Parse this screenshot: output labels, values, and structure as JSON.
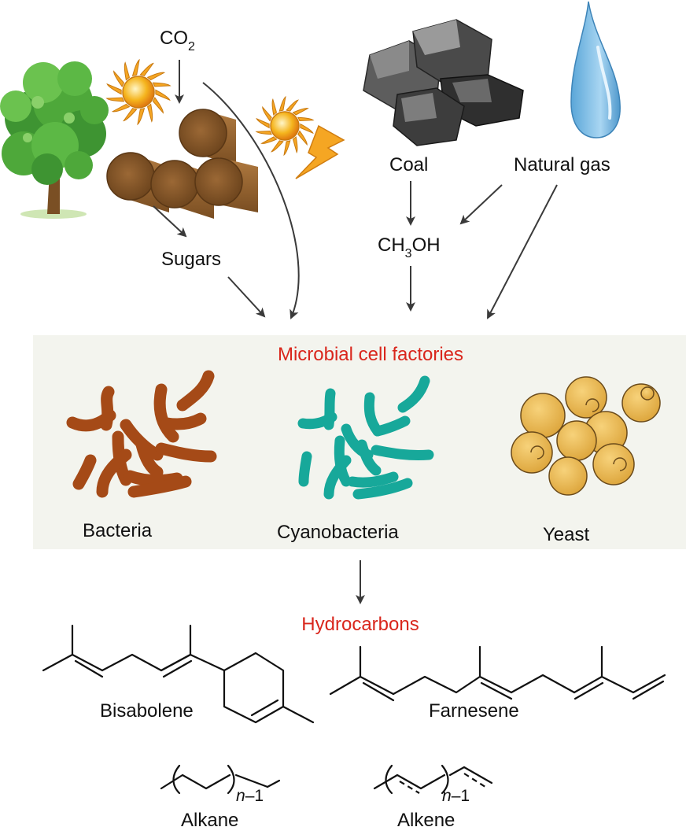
{
  "sources": {
    "co2": "CO",
    "co2_sub": "2",
    "sugars": "Sugars",
    "coal": "Coal",
    "natural_gas": "Natural gas",
    "methanol_a": "CH",
    "methanol_sub": "3",
    "methanol_b": "OH"
  },
  "factories": {
    "title": "Microbial cell factories",
    "bacteria": "Bacteria",
    "cyanobacteria": "Cyanobacteria",
    "yeast": "Yeast"
  },
  "products": {
    "title": "Hydrocarbons",
    "bisabolene": "Bisabolene",
    "farnesene": "Farnesene",
    "alkane": "Alkane",
    "alkene": "Alkene",
    "repeat_n": "n",
    "repeat_minus": "–1"
  },
  "colors": {
    "accent_red": "#d9261c",
    "factory_bg": "#f3f4ee",
    "bacteria": "#a54a17",
    "cyanobacteria": "#17a89a",
    "yeast": "#e8b447",
    "biomass": "#8a5a2b",
    "tree_green": "#4ea83a",
    "coal": "#5a5a5a",
    "gas_drop": "#8fc7ea"
  },
  "icons": [
    "tree-icon",
    "sun-icon",
    "biomass-logs-icon",
    "lightning-icon",
    "coal-icon",
    "gas-drop-icon"
  ]
}
